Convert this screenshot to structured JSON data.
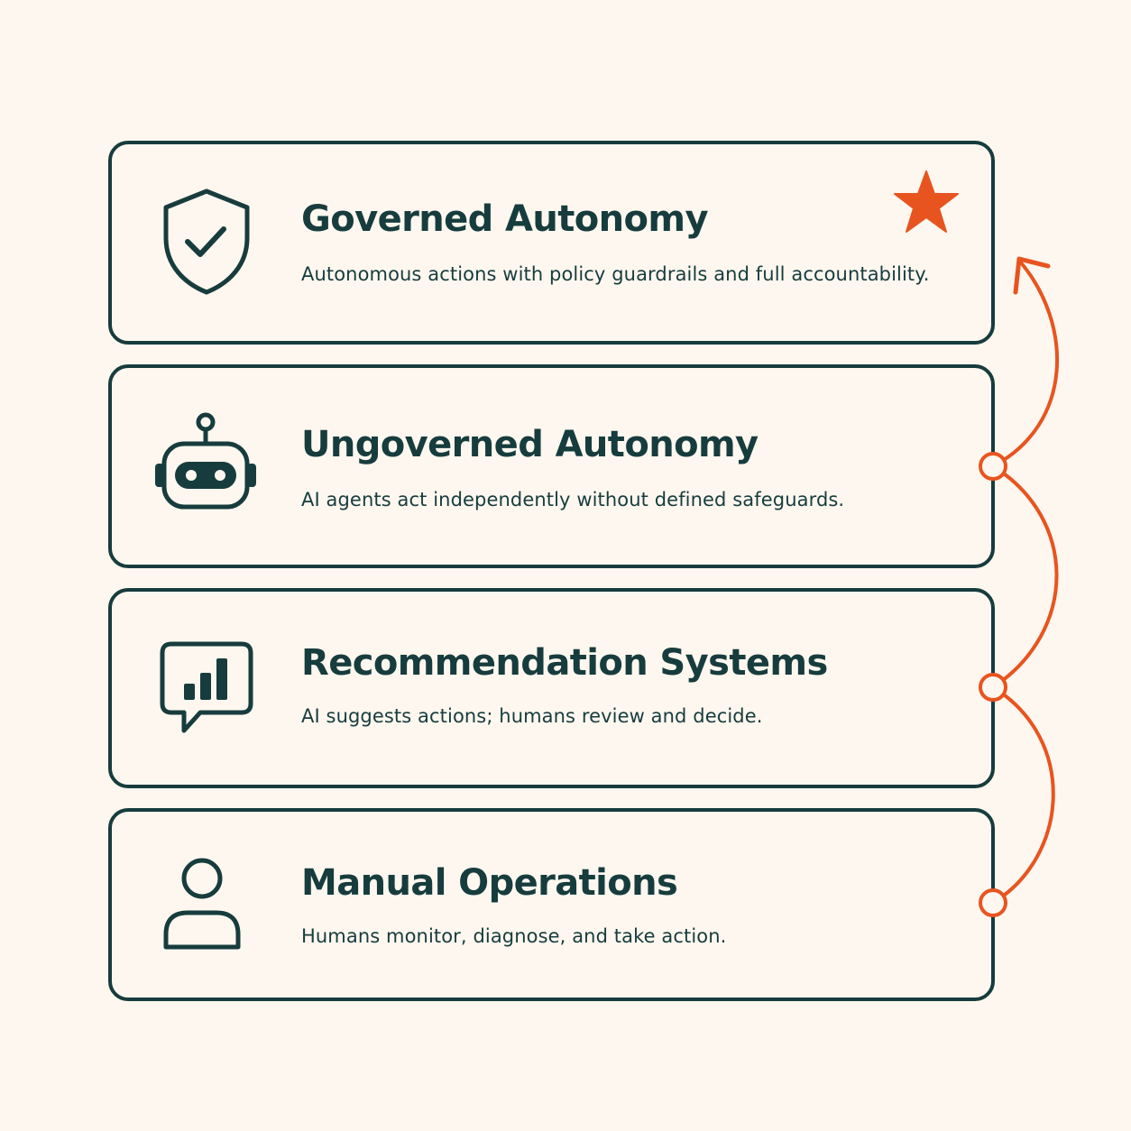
{
  "levels": [
    {
      "title": "Governed Autonomy",
      "description": "Autonomous actions with policy guardrails and full accountability.",
      "icon": "shield-check-icon",
      "highlighted": true
    },
    {
      "title": "Ungoverned Autonomy",
      "description": "AI agents act independently without defined safeguards.",
      "icon": "robot-icon"
    },
    {
      "title": "Recommendation Systems",
      "description": "AI suggests actions; humans review and decide.",
      "icon": "chart-bubble-icon"
    },
    {
      "title": "Manual Operations",
      "description": "Humans monitor, diagnose, and take action.",
      "icon": "person-icon"
    }
  ],
  "colors": {
    "background": "#fdf7ef",
    "ink": "#173c3e",
    "accent": "#e8541f"
  }
}
